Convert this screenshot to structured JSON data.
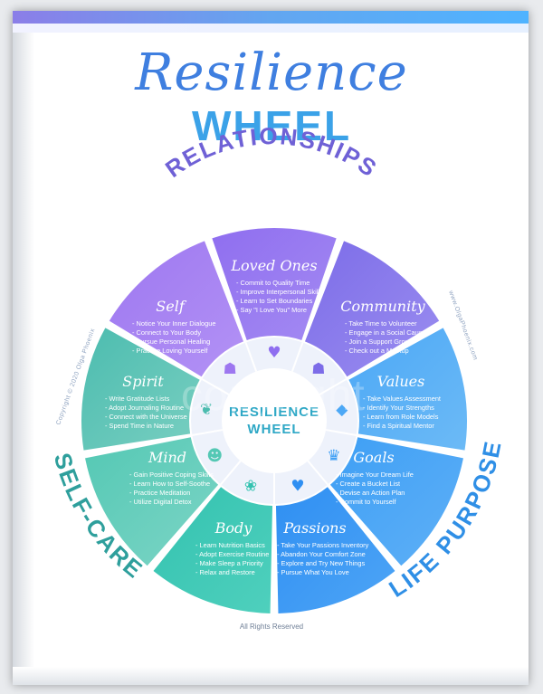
{
  "title": {
    "line1": "Resilience",
    "line2": "WHEEL"
  },
  "center": {
    "line1": "RESILIENCE",
    "line2": "WHEEL"
  },
  "categories": {
    "relationships": "RELATIONSHIPS",
    "self_care": "SELF-CARE",
    "life_purpose": "LIFE PURPOSE"
  },
  "side_texts": {
    "copyright": "Copyright © 2020 Olga Phoenix",
    "website": "www.OlgaPhoenix.com"
  },
  "watermark": "copyright",
  "footer": "All Rights Reserved",
  "colors": {
    "purple": "#8a6ee8",
    "teal": "#35c1b3",
    "blue": "#3ea0f6",
    "center_text": "#2fa8c6"
  },
  "segments": [
    {
      "title": "Loved Ones",
      "icon": "hearts-icon",
      "items": [
        "Commit to Quality Time",
        "Improve Interpersonal Skills",
        "Learn to Set Boundaries",
        "Say \"I Love You\" More"
      ]
    },
    {
      "title": "Community",
      "icon": "group-icon",
      "items": [
        "Take Time to Volunteer",
        "Engage in a Social Cause",
        "Join a Support Group",
        "Check out a Meetup"
      ]
    },
    {
      "title": "Values",
      "icon": "diamond-icon",
      "items": [
        "Take Values Assessment",
        "Identify Your Strengths",
        "Learn from Role Models",
        "Find a Spiritual Mentor"
      ]
    },
    {
      "title": "Goals",
      "icon": "trophy-icon",
      "items": [
        "Imagine Your Dream Life",
        "Create a Bucket List",
        "Devise an Action Plan",
        "Commit to Yourself"
      ]
    },
    {
      "title": "Passions",
      "icon": "heart-flame-icon",
      "items": [
        "Take Your Passions Inventory",
        "Abandon Your Comfort Zone",
        "Explore and Try New Things",
        "Pursue What You Love"
      ]
    },
    {
      "title": "Body",
      "icon": "lotus-icon",
      "items": [
        "Learn Nutrition Basics",
        "Adopt Exercise Routine",
        "Make Sleep a Priority",
        "Relax and Restore"
      ]
    },
    {
      "title": "Mind",
      "icon": "head-icon",
      "items": [
        "Gain Positive Coping Skills",
        "Learn How to Self-Soothe",
        "Practice Meditation",
        "Utilize Digital Detox"
      ]
    },
    {
      "title": "Spirit",
      "icon": "dove-icon",
      "items": [
        "Write Gratitude Lists",
        "Adopt Journaling Routine",
        "Connect with the Universe",
        "Spend Time in Nature"
      ]
    },
    {
      "title": "Self",
      "icon": "person-icon",
      "items": [
        "Notice Your Inner Dialogue",
        "Connect to Your Body",
        "Pursue Personal Healing",
        "Practice Loving Yourself"
      ]
    }
  ]
}
